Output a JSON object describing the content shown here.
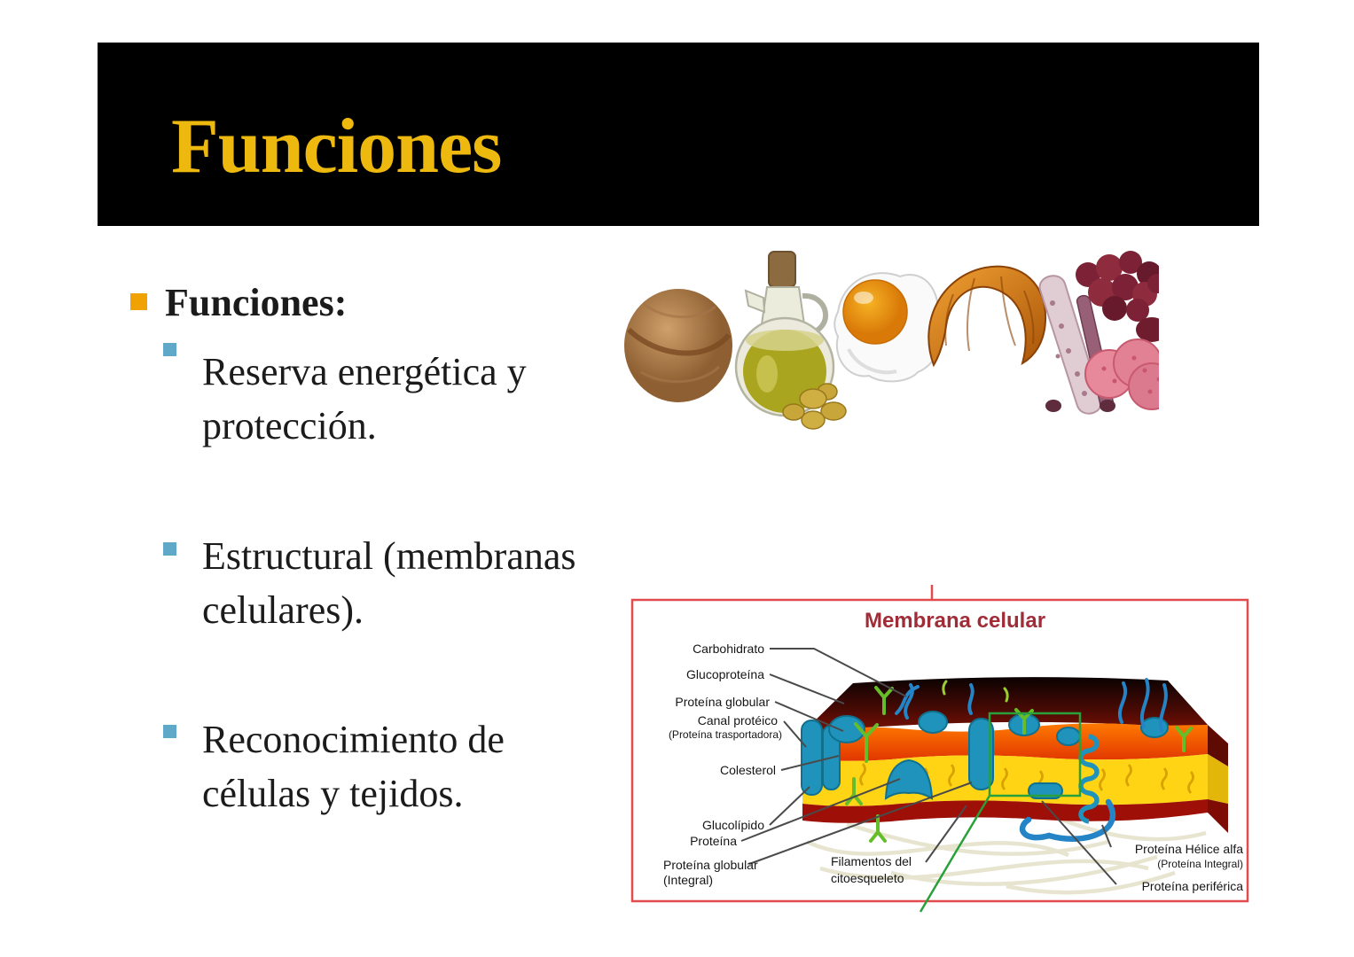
{
  "slide": {
    "banner_title": "Funciones",
    "bullet_heading": "Funciones:",
    "bullets": [
      {
        "line1": "Reserva energética y",
        "line2": "protección."
      },
      {
        "line1": "Estructural (membranas",
        "line2": "celulares)."
      },
      {
        "line1": "Reconocimiento de",
        "line2": "células y tejidos."
      }
    ]
  },
  "food_montage": {
    "items": [
      "walnut",
      "olive-oil-cruet",
      "fried-egg",
      "croissant",
      "cured-meats"
    ]
  },
  "membrane_diagram": {
    "title": "Membrana celular",
    "labels": {
      "carbohidrato": "Carbohidrato",
      "glucoproteina": "Glucoproteína",
      "proteina_globular": "Proteína globular",
      "canal_proteico": "Canal protéico",
      "canal_proteico_sub": "(Proteína trasportadora)",
      "colesterol": "Colesterol",
      "glucolipido": "Glucolípido",
      "proteina": "Proteína",
      "proteina_globular_integral": "Proteína globular",
      "proteina_globular_integral_sub": "(Integral)",
      "filamentos_line1": "Filamentos del",
      "filamentos_line2": "citoesqueleto",
      "helice_alfa": "Proteína Hélice alfa",
      "helice_alfa_sub": "(Proteína Integral)",
      "periferica": "Proteína periférica"
    }
  },
  "colors": {
    "banner_bg": "#000000",
    "title_gold": "#eeb90f",
    "bullet_level1": "#efa202",
    "bullet_level2": "#5fa8c7",
    "body_text": "#1b1b1b",
    "diagram_border": "#e14b4b",
    "diagram_title": "#a02c38",
    "highlight_green": "#2aa03a",
    "membrane_orange": "#f25400",
    "membrane_yellow": "#ffd414",
    "membrane_red": "#9e0f07",
    "protein_blue": "#1f93bb",
    "glycoprotein_green": "#66bd2a"
  }
}
